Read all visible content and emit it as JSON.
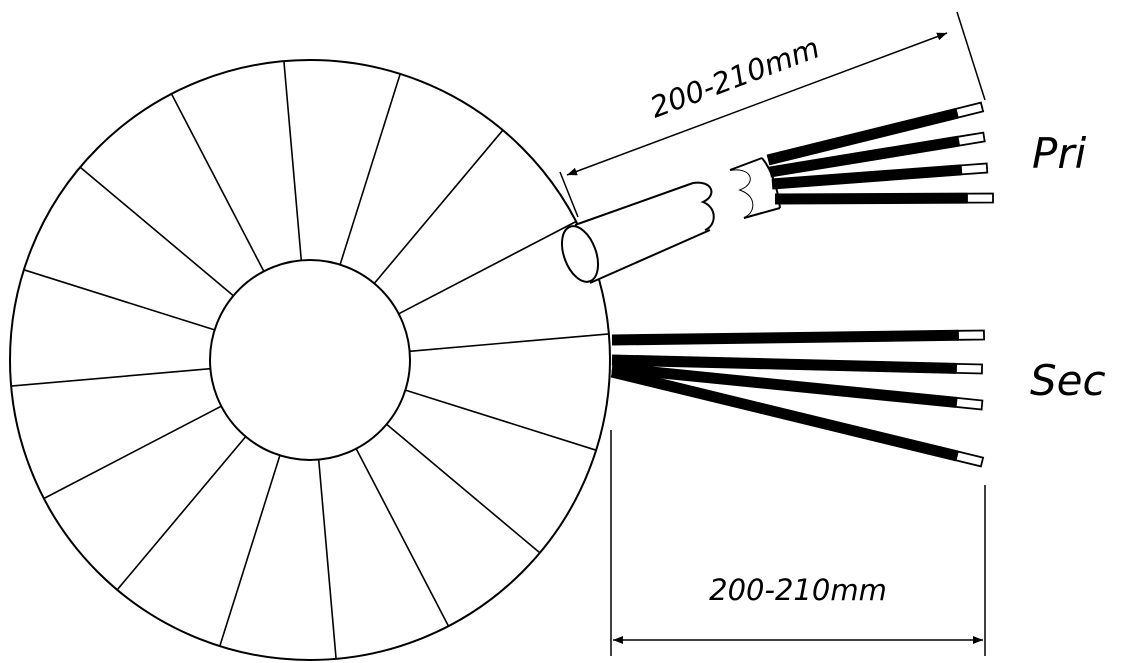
{
  "primary_dimension": "200-210mm",
  "secondary_dimension": "200-210mm",
  "primary_label": "Pri",
  "secondary_label": "Sec",
  "counts": {
    "winding_segments": 16,
    "primary_leads": 4,
    "secondary_leads": 4
  }
}
